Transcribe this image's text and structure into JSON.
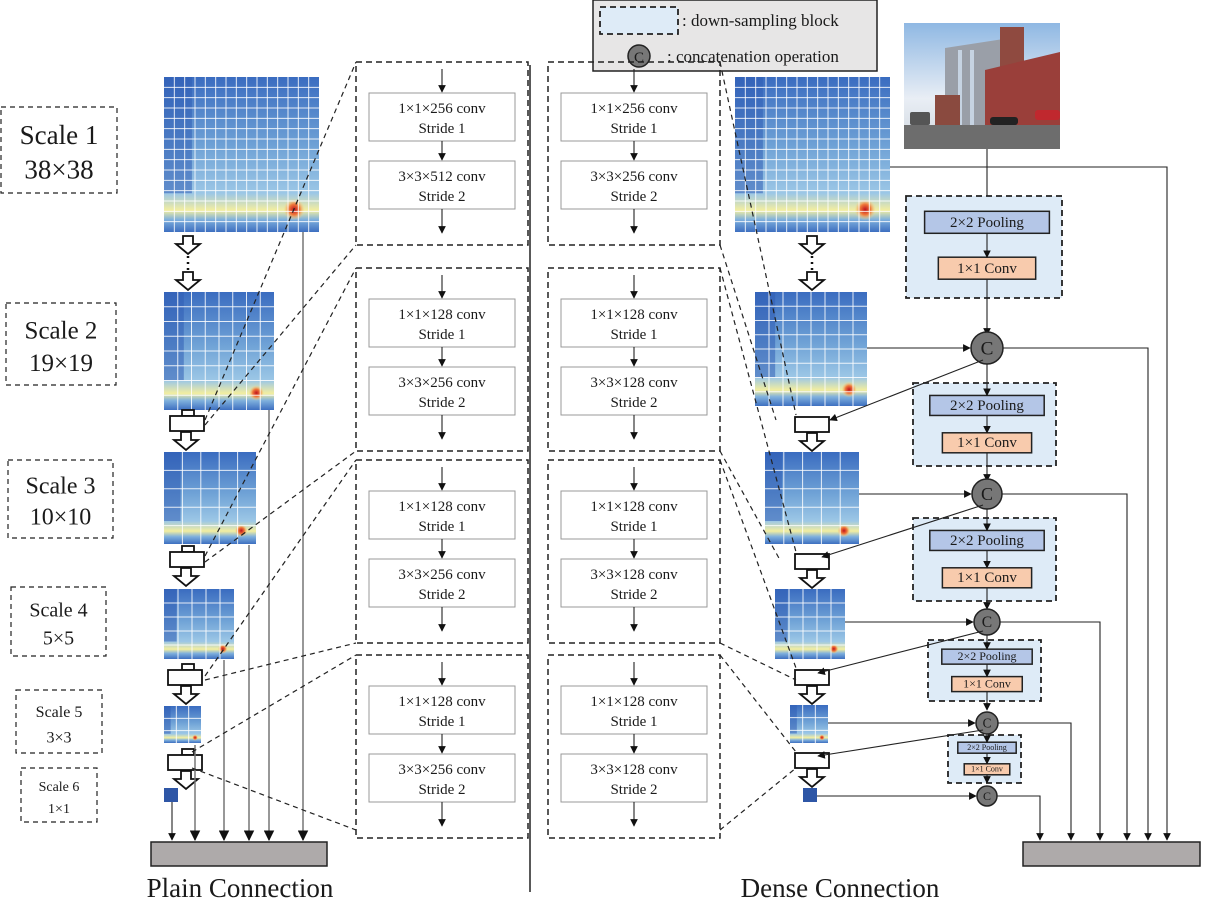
{
  "legend": {
    "down_sampling_label": ": down-sampling block",
    "concat_symbol": "C",
    "concat_label": ": concatenation operation",
    "colors": {
      "legend_bg": "#e7e6e6",
      "ds_fill": "#deebf7"
    }
  },
  "scales": [
    {
      "name": "Scale 1",
      "size": "38×38",
      "grid": 15
    },
    {
      "name": "Scale 2",
      "size": "19×19",
      "grid": 8
    },
    {
      "name": "Scale 3",
      "size": "10×10",
      "grid": 5
    },
    {
      "name": "Scale 4",
      "size": "5×5",
      "grid": 5
    },
    {
      "name": "Scale 5",
      "size": "3×3",
      "grid": 3
    },
    {
      "name": "Scale 6",
      "size": "1×1",
      "grid": 1
    }
  ],
  "plain": {
    "title": "Plain Connection",
    "conv_blocks": [
      {
        "first": "1×1×256 conv",
        "first_stride": "Stride 1",
        "second": "3×3×512 conv",
        "second_stride": "Stride 2"
      },
      {
        "first": "1×1×128 conv",
        "first_stride": "Stride 1",
        "second": "3×3×256 conv",
        "second_stride": "Stride 2"
      },
      {
        "first": "1×1×128 conv",
        "first_stride": "Stride 1",
        "second": "3×3×256 conv",
        "second_stride": "Stride 2"
      },
      {
        "first": "1×1×128 conv",
        "first_stride": "Stride 1",
        "second": "3×3×256 conv",
        "second_stride": "Stride 2"
      }
    ]
  },
  "dense": {
    "title": "Dense Connection",
    "conv_blocks": [
      {
        "first": "1×1×256 conv",
        "first_stride": "Stride 1",
        "second": "3×3×256 conv",
        "second_stride": "Stride 2"
      },
      {
        "first": "1×1×128 conv",
        "first_stride": "Stride 1",
        "second": "3×3×128 conv",
        "second_stride": "Stride 2"
      },
      {
        "first": "1×1×128 conv",
        "first_stride": "Stride 1",
        "second": "3×3×128 conv",
        "second_stride": "Stride 2"
      },
      {
        "first": "1×1×128 conv",
        "first_stride": "Stride 1",
        "second": "3×3×128 conv",
        "second_stride": "Stride 2"
      }
    ],
    "ds_blocks": [
      {
        "pool": "2×2 Pooling",
        "conv": "1×1 Conv"
      },
      {
        "pool": "2×2 Pooling",
        "conv": "1×1 Conv"
      },
      {
        "pool": "2×2 Pooling",
        "conv": "1×1 Conv"
      },
      {
        "pool": "2×2 Pooling",
        "conv": "1×1 Conv"
      },
      {
        "pool": "2×2 Pooling",
        "conv": "1×1 Conv"
      }
    ],
    "concat_symbol": "C"
  }
}
